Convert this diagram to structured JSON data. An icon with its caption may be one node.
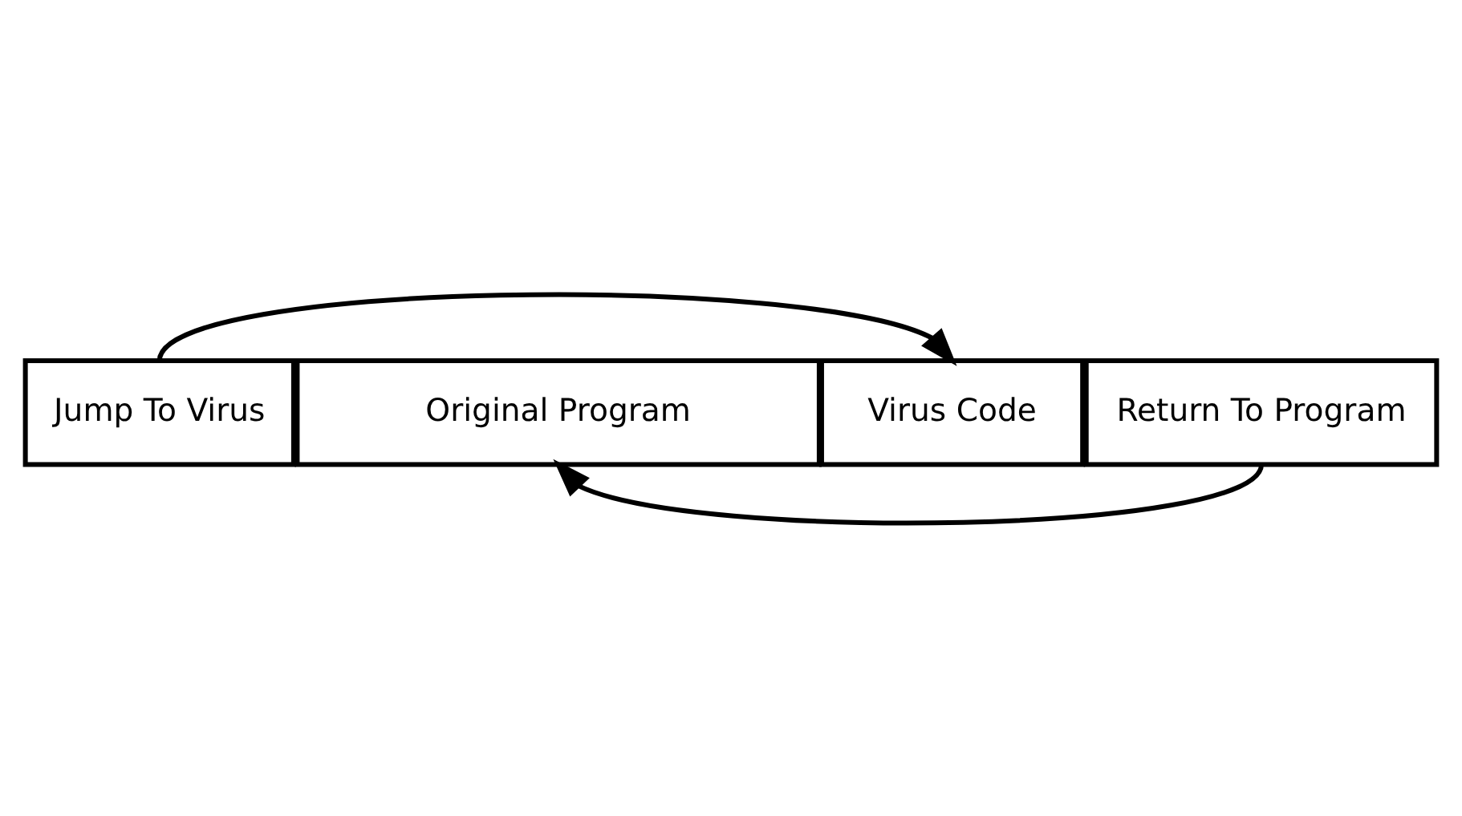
{
  "diagram": {
    "nodes": [
      {
        "text": [
          "Jump To Virus"
        ]
      },
      {
        "text": [
          "Original Program"
        ]
      },
      {
        "text": [
          "Virus Code"
        ]
      },
      {
        "text": [
          "Return To Program"
        ]
      }
    ],
    "edges": [
      {
        "from": 0,
        "to": 2,
        "arrow": "to"
      },
      {
        "from": 3,
        "to": 1,
        "arrow": "to"
      }
    ]
  }
}
